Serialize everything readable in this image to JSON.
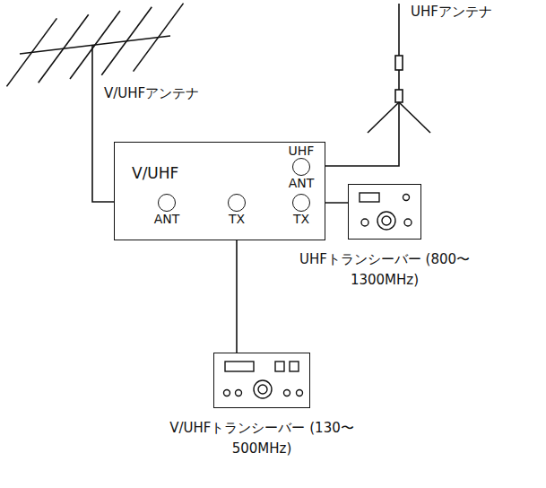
{
  "diagram": {
    "nodes": [
      {
        "text": [
          "V/UHF"
        ]
      },
      {
        "text": [
          "UHF",
          "ANT"
        ],
        "in": 0
      },
      {
        "text": [
          "ANT"
        ],
        "in": 0
      },
      {
        "text": [
          "TX"
        ],
        "in": 0
      },
      {
        "text": [
          "TX"
        ],
        "in": 0
      },
      {
        "text": [
          "UHFトランシーバー (800〜1300MHz)"
        ]
      },
      {
        "text": [
          "V/UHFトランシーバー (130〜500MHz)"
        ]
      }
    ],
    "edges": [
      {
        "from": 4,
        "to": 5,
        "arrow": "none"
      },
      {
        "from": 3,
        "to": 6,
        "arrow": "none"
      }
    ],
    "labels": [
      "V/UHFアンテナ",
      "UHFアンテナ"
    ]
  }
}
